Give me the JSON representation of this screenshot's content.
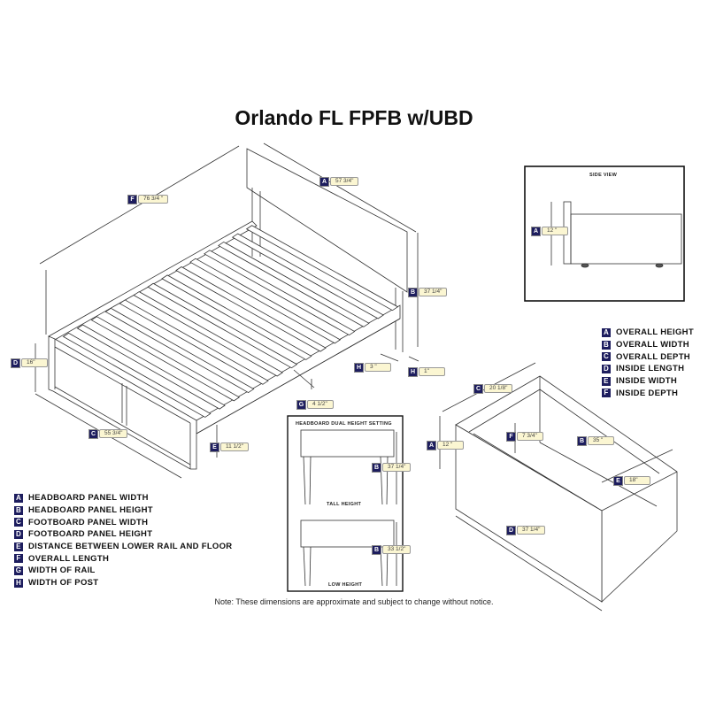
{
  "title": "Orlando FL FPFB w/UBD",
  "bed_dims": [
    {
      "letter": "A",
      "value": "57 3/4\""
    },
    {
      "letter": "F",
      "value": "76 3/4 \""
    },
    {
      "letter": "B",
      "value": "37 1/4\""
    },
    {
      "letter": "D",
      "value": "16\""
    },
    {
      "letter": "H",
      "value": "3 \""
    },
    {
      "letter": "H",
      "value": "1\""
    },
    {
      "letter": "G",
      "value": "4 1/2\""
    },
    {
      "letter": "C",
      "value": "55 3/4\""
    },
    {
      "letter": "E",
      "value": "11 1/2\""
    }
  ],
  "headboard_box": {
    "title": "HEADBOARD DUAL HEIGHT SETTING",
    "tall_label": "TALL HEIGHT",
    "low_label": "LOW HEIGHT",
    "tall_dim": {
      "letter": "B",
      "value": "37 1/4\""
    },
    "low_dim": {
      "letter": "B",
      "value": "33 1/2\""
    }
  },
  "side_view": {
    "title": "SIDE VIEW",
    "dim": {
      "letter": "A",
      "value": "12 \""
    }
  },
  "drawer_dims": [
    {
      "letter": "C",
      "value": "20 1/8\""
    },
    {
      "letter": "F",
      "value": "7 3/4\""
    },
    {
      "letter": "B",
      "value": "35 \""
    },
    {
      "letter": "A",
      "value": "12 \""
    },
    {
      "letter": "E",
      "value": "18\""
    },
    {
      "letter": "D",
      "value": "37 1/4\""
    }
  ],
  "bed_legend": [
    {
      "key": "A",
      "label": "HEADBOARD PANEL WIDTH"
    },
    {
      "key": "B",
      "label": "HEADBOARD PANEL HEIGHT"
    },
    {
      "key": "C",
      "label": "FOOTBOARD PANEL WIDTH"
    },
    {
      "key": "D",
      "label": "FOOTBOARD PANEL HEIGHT"
    },
    {
      "key": "E",
      "label": "DISTANCE BETWEEN LOWER RAIL AND FLOOR"
    },
    {
      "key": "F",
      "label": "OVERALL LENGTH"
    },
    {
      "key": "G",
      "label": "WIDTH OF RAIL"
    },
    {
      "key": "H",
      "label": "WIDTH OF POST"
    }
  ],
  "drawer_legend": [
    {
      "key": "A",
      "label": "OVERALL HEIGHT"
    },
    {
      "key": "B",
      "label": "OVERALL WIDTH"
    },
    {
      "key": "C",
      "label": "OVERALL DEPTH"
    },
    {
      "key": "D",
      "label": "INSIDE LENGTH"
    },
    {
      "key": "E",
      "label": "INSIDE WIDTH"
    },
    {
      "key": "F",
      "label": "INSIDE DEPTH"
    }
  ],
  "note": "Note:  These dimensions are approximate and subject to change without notice."
}
